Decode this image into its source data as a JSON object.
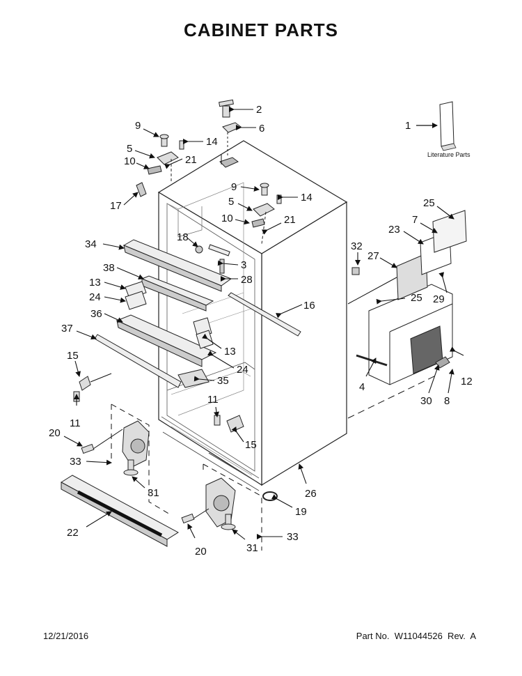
{
  "page": {
    "title": "CABINET PARTS",
    "date": "12/21/2016",
    "part_info": "Part No.  W11044526  Rev.  A"
  },
  "diagram": {
    "literature_label": "Literature Parts",
    "callouts": [
      {
        "id": "c-2",
        "label": "2"
      },
      {
        "id": "c-6",
        "label": "6"
      },
      {
        "id": "c-1",
        "label": "1"
      },
      {
        "id": "c-9a",
        "label": "9"
      },
      {
        "id": "c-14a",
        "label": "14"
      },
      {
        "id": "c-5a",
        "label": "5"
      },
      {
        "id": "c-21a",
        "label": "21"
      },
      {
        "id": "c-10a",
        "label": "10"
      },
      {
        "id": "c-17",
        "label": "17"
      },
      {
        "id": "c-9b",
        "label": "9"
      },
      {
        "id": "c-14b",
        "label": "14"
      },
      {
        "id": "c-5b",
        "label": "5"
      },
      {
        "id": "c-10b",
        "label": "10"
      },
      {
        "id": "c-21b",
        "label": "21"
      },
      {
        "id": "c-25a",
        "label": "25"
      },
      {
        "id": "c-7",
        "label": "7"
      },
      {
        "id": "c-23",
        "label": "23"
      },
      {
        "id": "c-32",
        "label": "32"
      },
      {
        "id": "c-27",
        "label": "27"
      },
      {
        "id": "c-34",
        "label": "34"
      },
      {
        "id": "c-18",
        "label": "18"
      },
      {
        "id": "c-3",
        "label": "3"
      },
      {
        "id": "c-28",
        "label": "28"
      },
      {
        "id": "c-38",
        "label": "38"
      },
      {
        "id": "c-13a",
        "label": "13"
      },
      {
        "id": "c-24a",
        "label": "24"
      },
      {
        "id": "c-36",
        "label": "36"
      },
      {
        "id": "c-16",
        "label": "16"
      },
      {
        "id": "c-25b",
        "label": "25"
      },
      {
        "id": "c-29",
        "label": "29"
      },
      {
        "id": "c-37",
        "label": "37"
      },
      {
        "id": "c-13b",
        "label": "13"
      },
      {
        "id": "c-24b",
        "label": "24"
      },
      {
        "id": "c-15a",
        "label": "15"
      },
      {
        "id": "c-35",
        "label": "35"
      },
      {
        "id": "c-12",
        "label": "12"
      },
      {
        "id": "c-4",
        "label": "4"
      },
      {
        "id": "c-30",
        "label": "30"
      },
      {
        "id": "c-8",
        "label": "8"
      },
      {
        "id": "c-11a",
        "label": "11"
      },
      {
        "id": "c-11b",
        "label": "11"
      },
      {
        "id": "c-20a",
        "label": "20"
      },
      {
        "id": "c-15b",
        "label": "15"
      },
      {
        "id": "c-33a",
        "label": "33"
      },
      {
        "id": "c-31a",
        "label": "31"
      },
      {
        "id": "c-26",
        "label": "26"
      },
      {
        "id": "c-19",
        "label": "19"
      },
      {
        "id": "c-22",
        "label": "22"
      },
      {
        "id": "c-33b",
        "label": "33"
      },
      {
        "id": "c-31b",
        "label": "31"
      },
      {
        "id": "c-20b",
        "label": "20"
      }
    ]
  }
}
